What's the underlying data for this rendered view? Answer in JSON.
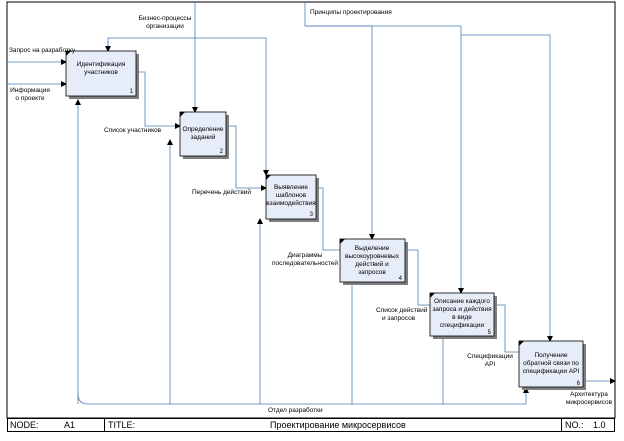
{
  "diagram": {
    "boxes": [
      {
        "name": "box-identification",
        "lines": [
          "Идентификация",
          "участников"
        ],
        "number": "1"
      },
      {
        "name": "box-tasks",
        "lines": [
          "Определение",
          "заданий"
        ],
        "number": "2"
      },
      {
        "name": "box-patterns",
        "lines": [
          "Выявление",
          "шаблонов",
          "взаимодействия"
        ],
        "number": "3"
      },
      {
        "name": "box-highlevel",
        "lines": [
          "Выделение",
          "высокоуровневых",
          "действий и",
          "запросов"
        ],
        "number": "4"
      },
      {
        "name": "box-spec",
        "lines": [
          "Описание каждого",
          "запроса и действия",
          "в виде",
          "спецификации"
        ],
        "number": "5"
      },
      {
        "name": "box-feedback",
        "lines": [
          "Получение",
          "обратной связи по",
          "спецификации API"
        ],
        "number": "6"
      }
    ],
    "labels": {
      "business_processes": [
        "Бизнес-процессы",
        "организации"
      ],
      "design_principles": "Принципы проектирования",
      "dev_request": "Запрос на разработку",
      "project_info": [
        "Информация",
        "о проекте"
      ],
      "participants_list": "Список участников",
      "actions_list": "Перечень действий",
      "sequence_diagrams": [
        "Диаграммы",
        "последовательностей"
      ],
      "actions_requests_list": [
        "Список действий",
        "и запросов"
      ],
      "api_specs": [
        "Спецификации",
        "API"
      ],
      "architecture": [
        "Архитектура",
        "микросервисов"
      ],
      "dev_department": "Отдел разработки"
    }
  },
  "footer": {
    "node_label": "NODE:",
    "node_value": "A1",
    "title_label": "TITLE:",
    "title_value": "Проектирование микросервисов",
    "no_label": "NO.:",
    "no_value": "1.0"
  }
}
